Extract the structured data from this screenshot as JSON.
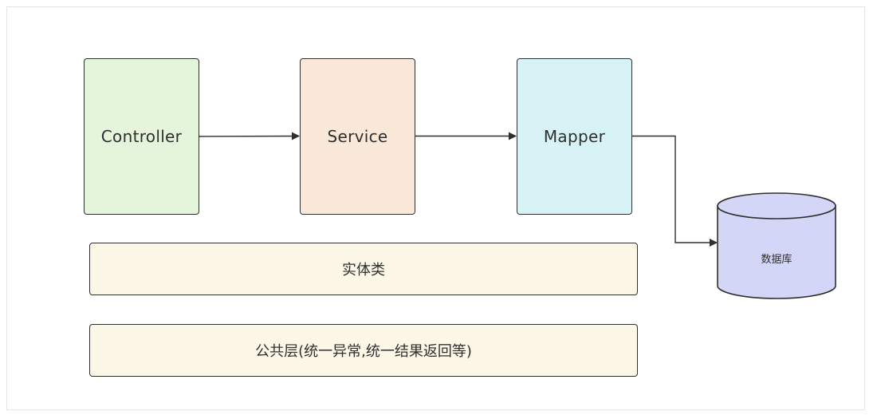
{
  "diagram": {
    "layers": {
      "controller": "Controller",
      "service": "Service",
      "mapper": "Mapper"
    },
    "database": "数据库",
    "entity": "实体类",
    "common": "公共层(统一异常,统一结果返回等)"
  },
  "colors": {
    "controller_fill": "#e4f5dc",
    "service_fill": "#fae8d9",
    "mapper_fill": "#d8f3f5",
    "database_fill": "#d4d6f7",
    "bar_fill": "#fcf7e6",
    "stroke": "#2f2f2f"
  }
}
